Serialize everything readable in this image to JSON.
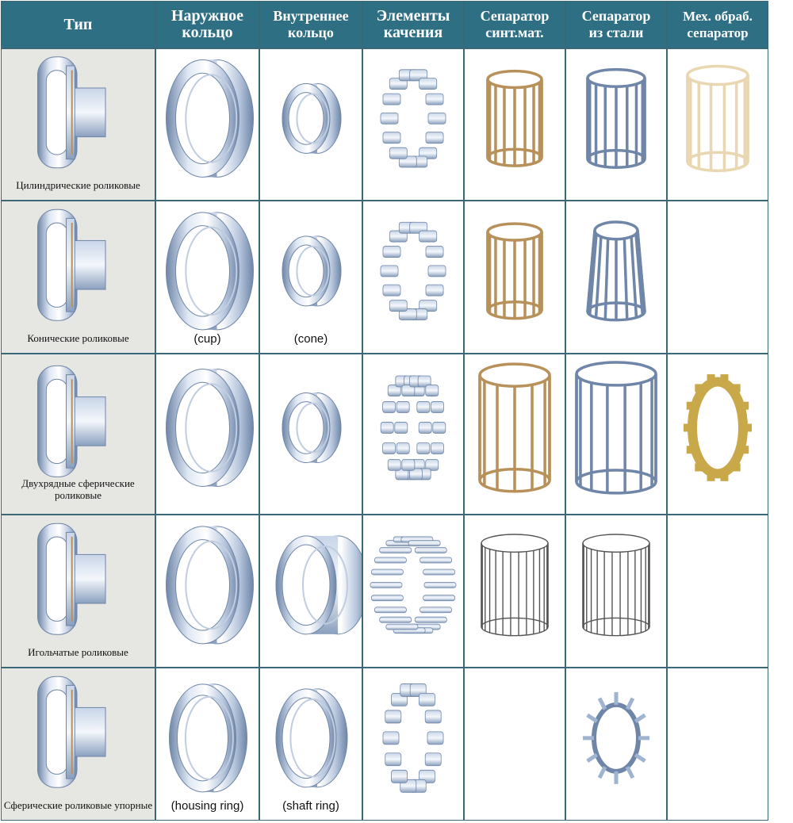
{
  "headers": [
    "Тип",
    "Наружное\nкольцо",
    "Внутреннее\nкольцо",
    "Элементы\nкачения",
    "Сепаратор\nсинт.мат.",
    "Сепаратор\nиз стали",
    "Мех. обраб.\nсепаратор"
  ],
  "rows": [
    {
      "type_label": "Цилиндрические роликовые",
      "outer_caption": "",
      "inner_caption": ""
    },
    {
      "type_label": "Конические роликовые",
      "outer_caption": "(cup)",
      "inner_caption": "(cone)"
    },
    {
      "type_label": "Двухрядные сферические роликовые",
      "outer_caption": "",
      "inner_caption": ""
    },
    {
      "type_label": "Игольчатые роликовые",
      "outer_caption": "",
      "inner_caption": ""
    },
    {
      "type_label": "Сферические роликовые упорные",
      "outer_caption": "(housing ring)",
      "inner_caption": "(shaft ring)"
    }
  ],
  "colors": {
    "header_bg": "#2f6f83",
    "grid": "#3b6879",
    "steel": "#9fb4d0",
    "steel_dark": "#6f86a8",
    "polymer": "#b8915a",
    "brass": "#e8d7b0"
  }
}
